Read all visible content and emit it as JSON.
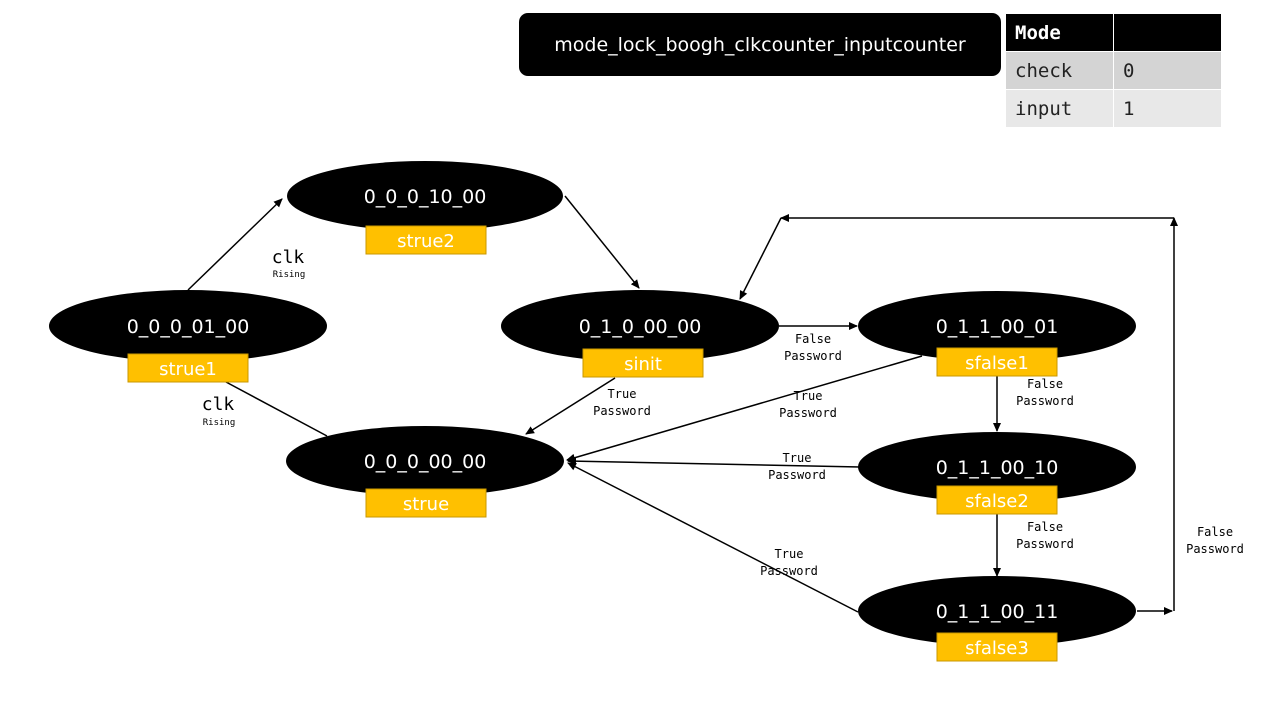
{
  "title": "mode_lock_boogh_clkcounter_inputcounter",
  "mode_table": {
    "header": [
      "Mode",
      ""
    ],
    "rows": [
      [
        "check",
        "0"
      ],
      [
        "input",
        "1"
      ]
    ]
  },
  "states": {
    "s01": {
      "code": "0_0_0_01_00",
      "name": "strue1"
    },
    "s10": {
      "code": "0_0_0_10_00",
      "name": "strue2"
    },
    "s00": {
      "code": "0_0_0_00_00",
      "name": "strue"
    },
    "sinit": {
      "code": "0_1_0_00_00",
      "name": "sinit"
    },
    "sf1": {
      "code": "0_1_1_00_01",
      "name": "sfalse1"
    },
    "sf2": {
      "code": "0_1_1_00_10",
      "name": "sfalse2"
    },
    "sf3": {
      "code": "0_1_1_00_11",
      "name": "sfalse3"
    }
  },
  "labels": {
    "clk": "clk",
    "rising": "Rising",
    "true_word": "True",
    "false_word": "False",
    "password": "Password"
  },
  "colors": {
    "state_fill": "#000000",
    "tag_fill": "#ffc000",
    "tag_stroke": "#c99700",
    "edge": "#000000"
  }
}
